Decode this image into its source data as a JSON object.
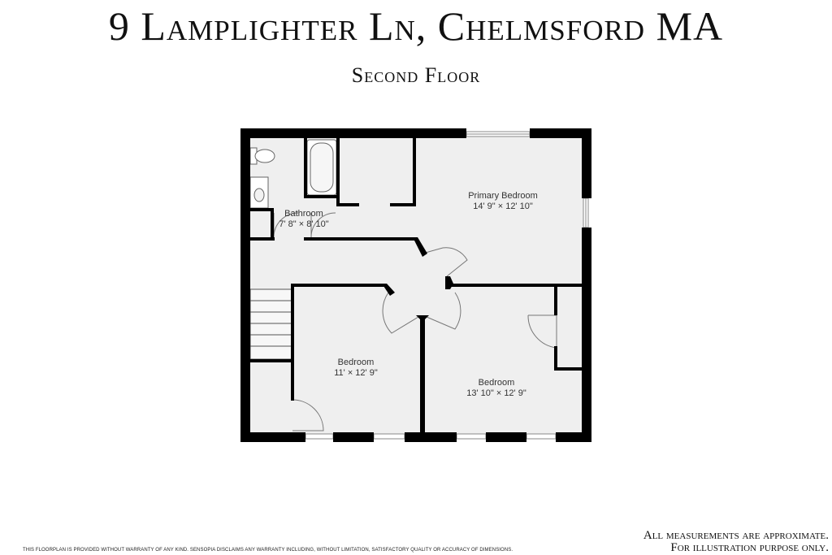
{
  "header": {
    "address": "9 Lamplighter Ln, Chelmsford MA",
    "floor": "Second Floor"
  },
  "rooms": [
    {
      "name": "Bathroom",
      "dims": "7' 8\" × 8' 10\""
    },
    {
      "name": "Primary Bedroom",
      "dims": "14' 9\" × 12' 10\""
    },
    {
      "name": "Bedroom",
      "dims": "11' × 12' 9\""
    },
    {
      "name": "Bedroom",
      "dims": "13' 10\" × 12' 9\""
    }
  ],
  "footer": {
    "disclaimer": "THIS FLOORPLAN IS PROVIDED WITHOUT WARRANTY OF ANY KIND. SENSOPIA DISCLAIMS ANY WARRANTY INCLUDING, WITHOUT LIMITATION, SATISFACTORY QUALITY OR ACCURACY OF DIMENSIONS.",
    "note_line1": "All measurements are approximate.",
    "note_line2": "For illustration purpose only."
  },
  "colors": {
    "wall": "#000000",
    "floor": "#efefef",
    "door_line": "#777777"
  }
}
